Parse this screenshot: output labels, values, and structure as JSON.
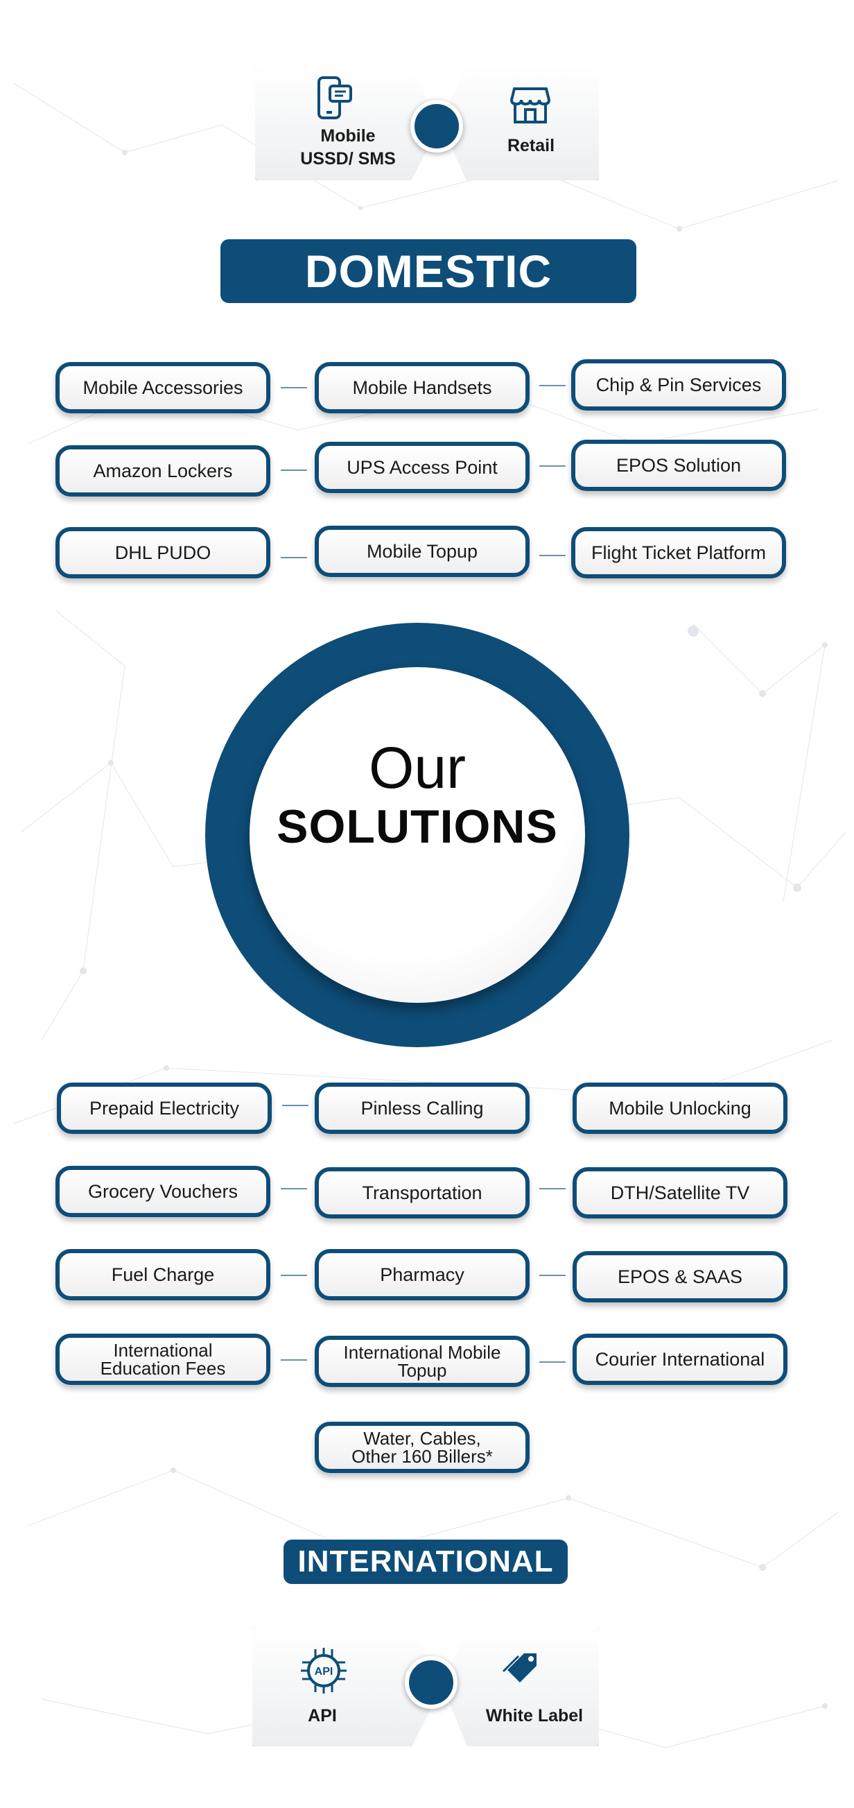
{
  "top_channels": {
    "left_label": "Mobile\nUSSD/ SMS",
    "right_label": "Retail",
    "left_icon": "mobile-chat-icon",
    "right_icon": "store-icon"
  },
  "domestic_title": "DOMESTIC",
  "domestic_items": [
    "Mobile Accessories",
    "Mobile Handsets",
    "Chip & Pin Services",
    "Amazon Lockers",
    "UPS Access Point",
    "EPOS Solution",
    "DHL PUDO",
    "Mobile Topup",
    "Flight Ticket Platform"
  ],
  "center": {
    "line1": "Our",
    "line2": "SOLUTIONS"
  },
  "international_items": [
    "Prepaid Electricity",
    "Pinless Calling",
    "Mobile Unlocking",
    "Grocery Vouchers",
    "Transportation",
    "DTH/Satellite TV",
    "Fuel Charge",
    "Pharmacy",
    "EPOS & SAAS",
    "International\nEducation Fees",
    "International Mobile\nTopup",
    "Courier International",
    "Water, Cables,\nOther 160 Billers*"
  ],
  "international_title": "INTERNATIONAL",
  "bottom_channels": {
    "left_label": "API",
    "right_label": "White Label",
    "left_icon": "api-chip-icon",
    "right_icon": "price-tag-icon"
  },
  "colors": {
    "brand_navy": "#0e4d78",
    "connector": "#6b8fad"
  }
}
